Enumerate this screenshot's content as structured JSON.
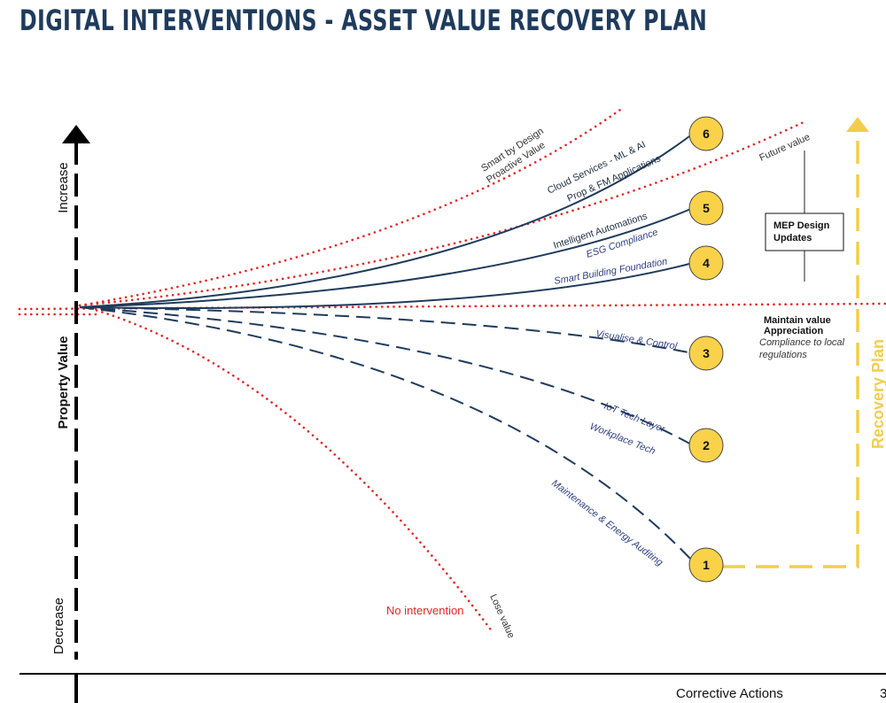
{
  "title": "DIGITAL INTERVENTIONS - ASSET VALUE RECOVERY PLAN",
  "axes": {
    "y_label": "Property Value",
    "y_top": "Increase",
    "y_bottom": "Decrease",
    "x_label": "Corrective Actions",
    "page_number": "3"
  },
  "reference_lines": {
    "smart_design_line1": "Smart by Design",
    "smart_design_line2": "Proactive Value",
    "future_value": "Future value",
    "maintain_line1": "Maintain value",
    "maintain_line2": "Appreciation",
    "compliance_line1": "Compliance to local",
    "compliance_line2": "regulations",
    "no_intervention": "No intervention",
    "lose_value": "Lose value"
  },
  "steps": [
    {
      "number": "1",
      "label": "Maintenance & Energy Auditing"
    },
    {
      "number": "2",
      "label_a": "IoT Tech Layer",
      "label_b": "Workplace Tech"
    },
    {
      "number": "3",
      "label": "Visualise & Control"
    },
    {
      "number": "4",
      "label": "Smart Building Foundation"
    },
    {
      "number": "5",
      "label_a": "Intelligent Automations",
      "label_b": "ESG Compliance"
    },
    {
      "number": "6",
      "label_a": "Cloud Services - ML & AI",
      "label_b": "Prop & FM Applications"
    }
  ],
  "mep": {
    "line1": "MEP Design",
    "line2": "Updates"
  },
  "recovery_plan": "Recovery Plan",
  "colors": {
    "title": "#1f3b5c",
    "curve": "#1f3b5c",
    "red_dots": "#e32626",
    "circle_fill": "#f9d24a",
    "recovery": "#f2cd4d"
  }
}
